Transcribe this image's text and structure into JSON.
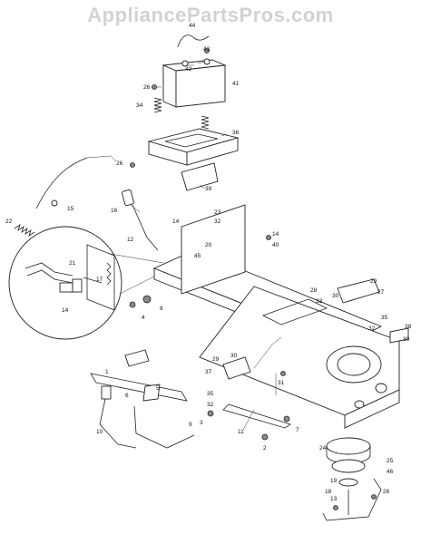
{
  "watermark": "AppliancePartsPros.com",
  "labels": [
    "44",
    "43",
    "42",
    "41",
    "26",
    "34",
    "36",
    "26",
    "39",
    "15",
    "22",
    "16",
    "12",
    "14",
    "23",
    "32",
    "14",
    "40",
    "45",
    "20",
    "21",
    "17",
    "14",
    "29",
    "27",
    "28",
    "30",
    "33",
    "35",
    "32",
    "38",
    "30",
    "4",
    "8",
    "29",
    "30",
    "37",
    "35",
    "32",
    "31",
    "1",
    "6",
    "5",
    "10",
    "3",
    "9",
    "11",
    "2",
    "7",
    "24",
    "25",
    "46",
    "19",
    "18",
    "13",
    "26"
  ]
}
